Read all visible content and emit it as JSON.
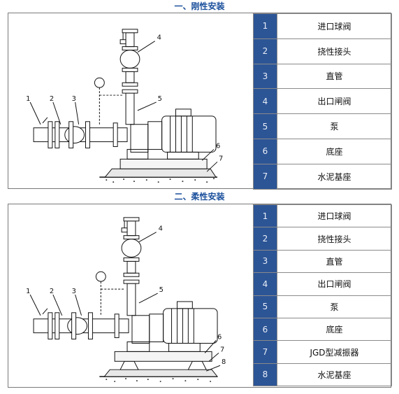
{
  "sections": [
    {
      "title": "一、刚性安装",
      "parts": [
        {
          "num": "1",
          "name": "进口球阀"
        },
        {
          "num": "2",
          "name": "挠性接头"
        },
        {
          "num": "3",
          "name": "直管"
        },
        {
          "num": "4",
          "name": "出口闸阀"
        },
        {
          "num": "5",
          "name": "泵"
        },
        {
          "num": "6",
          "name": "底座"
        },
        {
          "num": "7",
          "name": "水泥基座"
        }
      ]
    },
    {
      "title": "二、柔性安装",
      "parts": [
        {
          "num": "1",
          "name": "进口球阀"
        },
        {
          "num": "2",
          "name": "挠性接头"
        },
        {
          "num": "3",
          "name": "直管"
        },
        {
          "num": "4",
          "name": "出口闸阀"
        },
        {
          "num": "5",
          "name": "泵"
        },
        {
          "num": "6",
          "name": "底座"
        },
        {
          "num": "7",
          "name": "JGD型减振器"
        },
        {
          "num": "8",
          "name": "水泥基座"
        }
      ]
    }
  ],
  "colors": {
    "title_text": "#1a4f9c",
    "number_cell_bg": "#2c5596",
    "number_cell_text": "#e9eef7",
    "border": "#8a8a8a"
  }
}
